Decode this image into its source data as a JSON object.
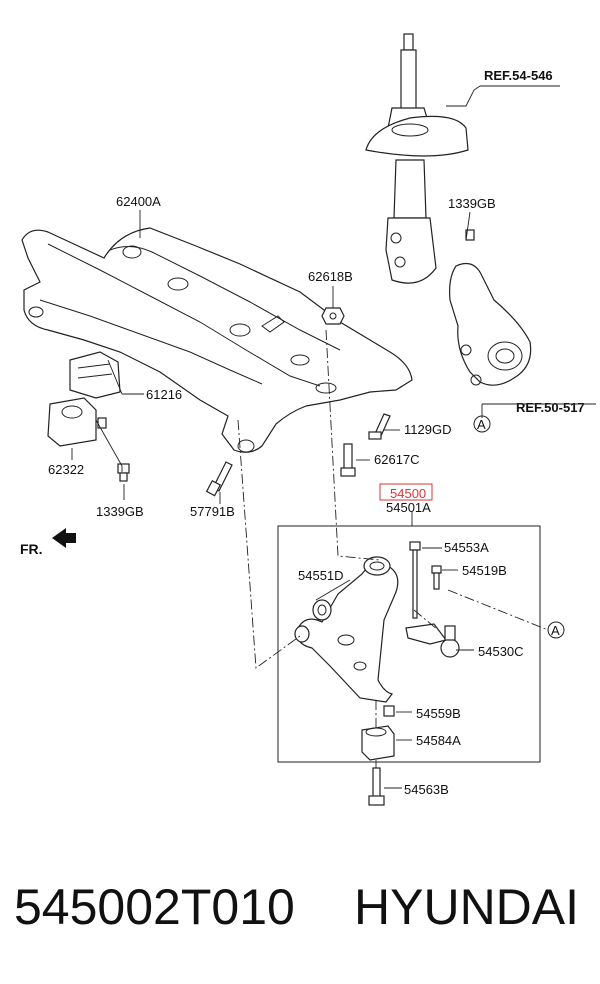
{
  "diagram": {
    "refs": {
      "strut_ref": "REF.54-546",
      "knuckle_ref": "REF.50-517"
    },
    "front_indicator": "FR.",
    "circle_marker": "A",
    "highlighted_part": "54500",
    "labels": {
      "crossmember": "62400A",
      "bracket_61216": "61216",
      "mount_62322": "62322",
      "bolt_1339gb_left": "1339GB",
      "bolt_57791b": "57791B",
      "nut_62618b": "62618B",
      "bolt_62617c": "62617C",
      "bolt_1129gd": "1129GD",
      "bolt_1339gb_right": "1339GB",
      "arm_54501a": "54501A",
      "bushing_54551d": "54551D",
      "bolt_54553a": "54553A",
      "bolt_54519b": "54519B",
      "ball_joint_54530c": "54530C",
      "nut_54559b": "54559B",
      "bushing_54584a": "54584A",
      "bolt_54563b": "54563B"
    }
  },
  "footer": {
    "part_number": "545002T010",
    "brand": "HYUNDAI"
  }
}
